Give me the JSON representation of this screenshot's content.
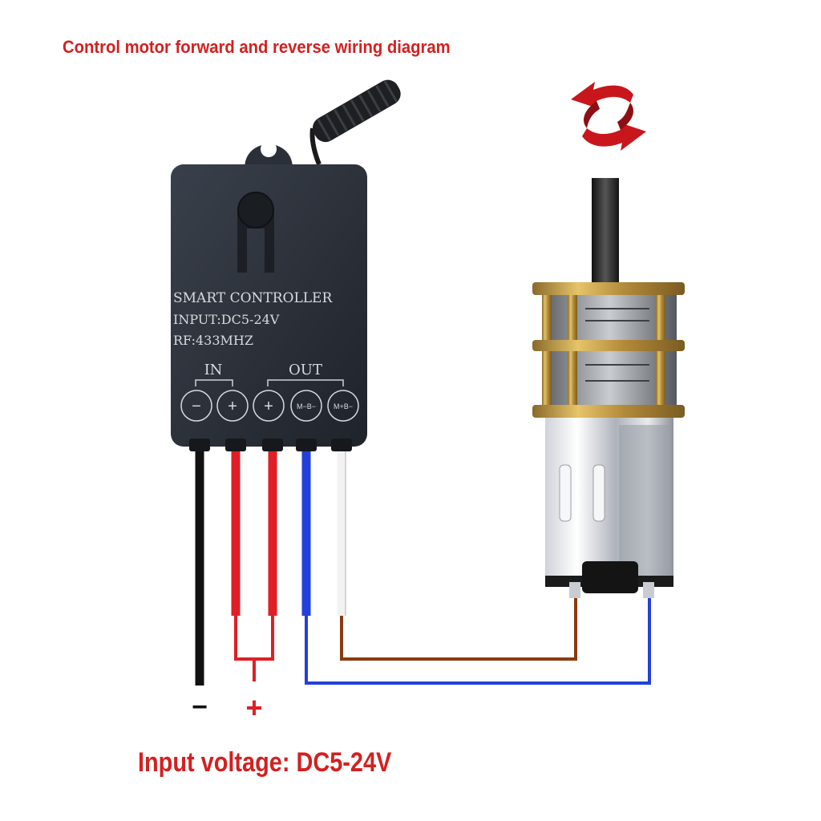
{
  "title": "Control motor forward and reverse wiring diagram",
  "footer": "Input voltage: DC5-24V",
  "controller": {
    "line1": "SMART CONTROLLER",
    "line2": "INPUT:DC5-24V",
    "line3": "RF:433MHZ",
    "group_in": "IN",
    "group_out": "OUT",
    "terminals": [
      "−",
      "+",
      "+",
      "M−B−",
      "M+B−"
    ]
  },
  "polarity": {
    "negative": "−",
    "positive": "+"
  },
  "colors": {
    "title_red": "#d42020",
    "wire_black": "#111111",
    "wire_red": "#e01e25",
    "wire_blue": "#2340d8",
    "wire_white": "#f4f4f4",
    "wire_brown": "#8b3a0f",
    "controller_body": "#2b2f38"
  }
}
